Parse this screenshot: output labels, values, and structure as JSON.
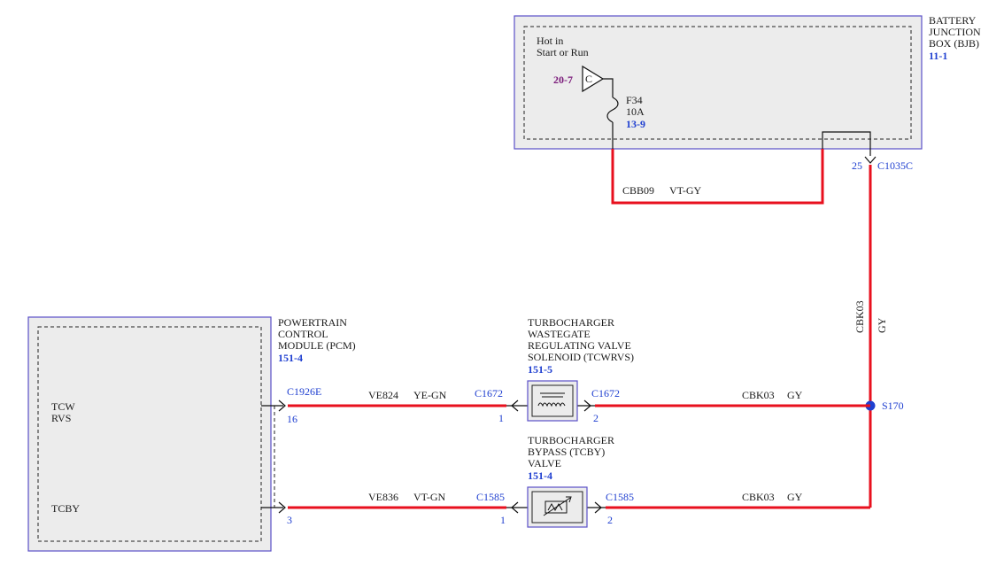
{
  "bjb": {
    "title_line1": "BATTERY",
    "title_line2": "JUNCTION",
    "title_line3": "BOX (BJB)",
    "ref": "11-1",
    "hot_line1": "Hot in",
    "hot_line2": "Start or Run",
    "source_ref": "20-7",
    "source_letter": "C",
    "fuse_name": "F34",
    "fuse_rating": "10A",
    "fuse_ref": "13-9",
    "pin": "25",
    "connector": "C1035C"
  },
  "wires": {
    "cbb09_circuit": "CBB09",
    "cbb09_color": "VT-GY",
    "cbk03_vertical_circuit": "CBK03",
    "cbk03_vertical_color": "GY",
    "splice": "S170",
    "top_right_circuit": "CBK03",
    "top_right_color": "GY",
    "bottom_right_circuit": "CBK03",
    "bottom_right_color": "GY",
    "top_left_circuit": "VE824",
    "top_left_color": "YE-GN",
    "bottom_left_circuit": "VE836",
    "bottom_left_color": "VT-GN"
  },
  "pcm": {
    "title_line1": "POWERTRAIN",
    "title_line2": "CONTROL",
    "title_line3": "MODULE (PCM)",
    "ref": "151-4",
    "connector": "C1926E",
    "pin_top": "16",
    "pin_bottom": "3",
    "label_tcw": "TCW",
    "label_rvs": "RVS",
    "label_tcby": "TCBY"
  },
  "tcwrvs": {
    "title_line1": "TURBOCHARGER",
    "title_line2": "WASTEGATE",
    "title_line3": "REGULATING VALVE",
    "title_line4": "SOLENOID (TCWRVS)",
    "ref": "151-5",
    "conn_left": "C1672",
    "conn_right": "C1672",
    "pin_left": "1",
    "pin_right": "2"
  },
  "tcby": {
    "title_line1": "TURBOCHARGER",
    "title_line2": "BYPASS (TCBY)",
    "title_line3": "VALVE",
    "ref": "151-4",
    "conn_left": "C1585",
    "conn_right": "C1585",
    "pin_left": "1",
    "pin_right": "2"
  },
  "icons": [
    "solenoid-icon",
    "valve-icon",
    "fuse-icon",
    "power-source-icon",
    "connector-arrow-icon",
    "splice-dot-icon"
  ]
}
